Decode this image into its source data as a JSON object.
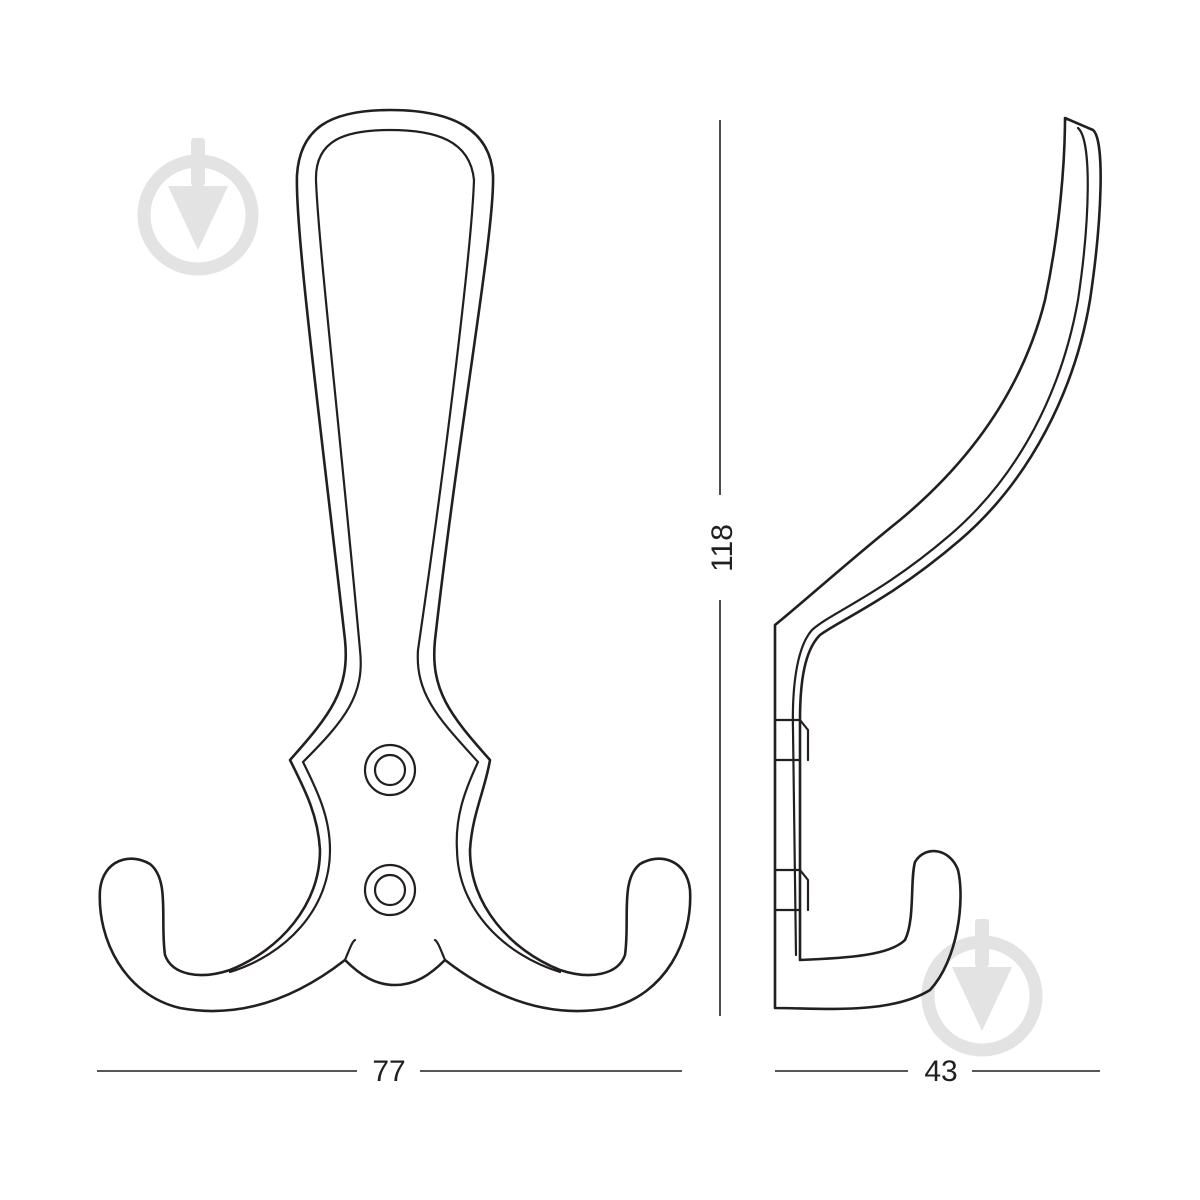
{
  "dimensions": {
    "width": "77",
    "height": "118",
    "depth": "43"
  },
  "colors": {
    "line": "#231f20",
    "watermark": "#e3e3e3",
    "background": "#ffffff"
  },
  "watermark_icon": "shovel-in-circle-icon"
}
